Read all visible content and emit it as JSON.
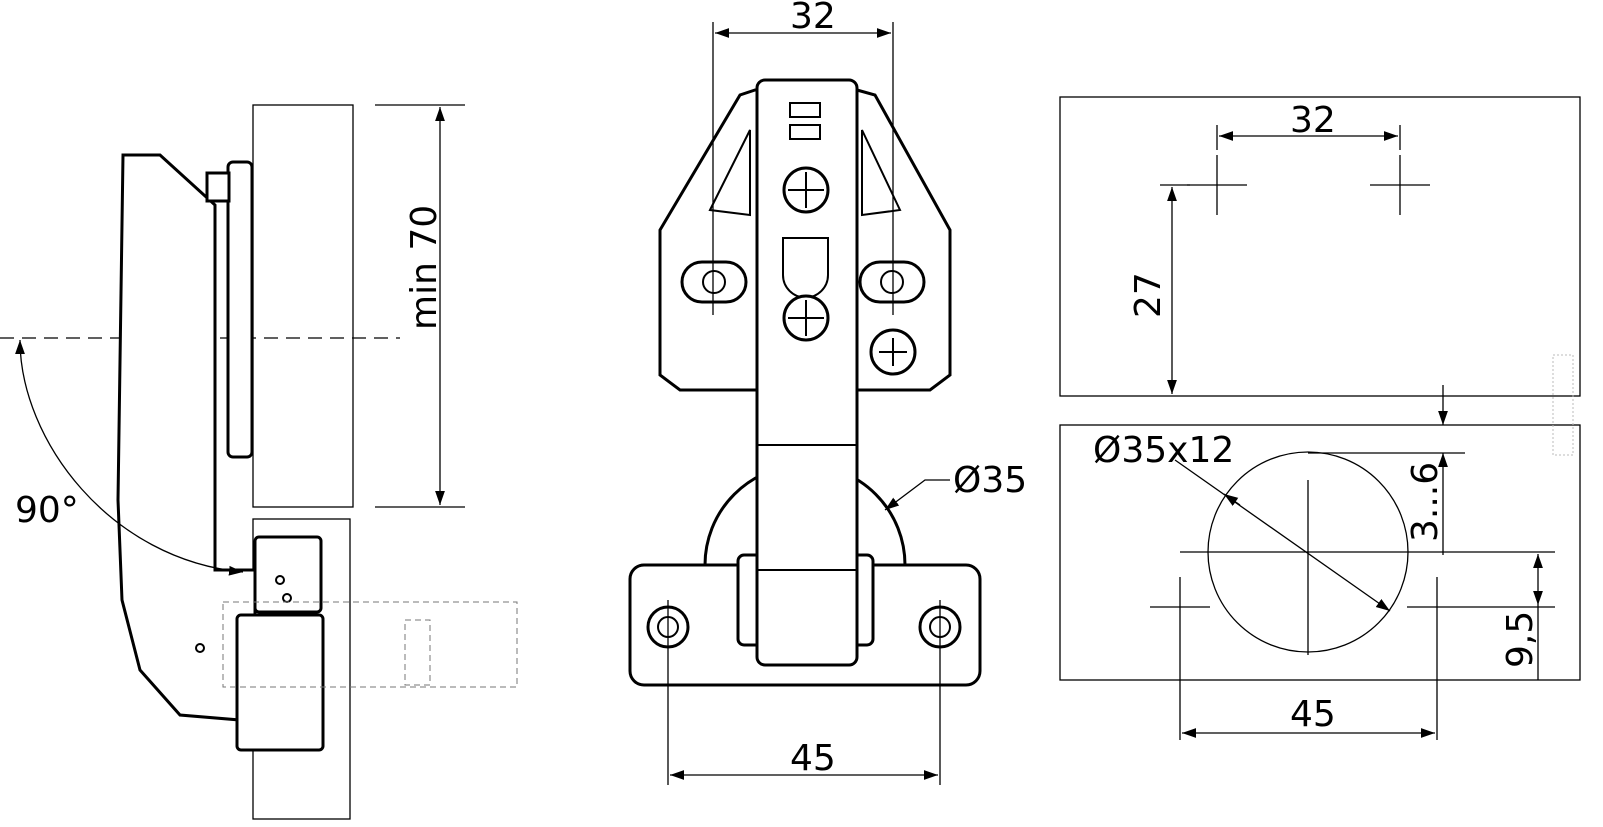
{
  "side_view": {
    "height_label": "min 70",
    "angle_label": "90°"
  },
  "front_view": {
    "hole_spacing_top": "32",
    "cup_diameter": "Ø35",
    "hole_spacing_bottom": "45"
  },
  "drilling_view": {
    "hole_spacing_top": "32",
    "vertical_spacing": "27",
    "cup_label": "Ø35x12",
    "edge_distance": "3...6",
    "offset": "9,5",
    "hole_spacing_bottom": "45"
  }
}
